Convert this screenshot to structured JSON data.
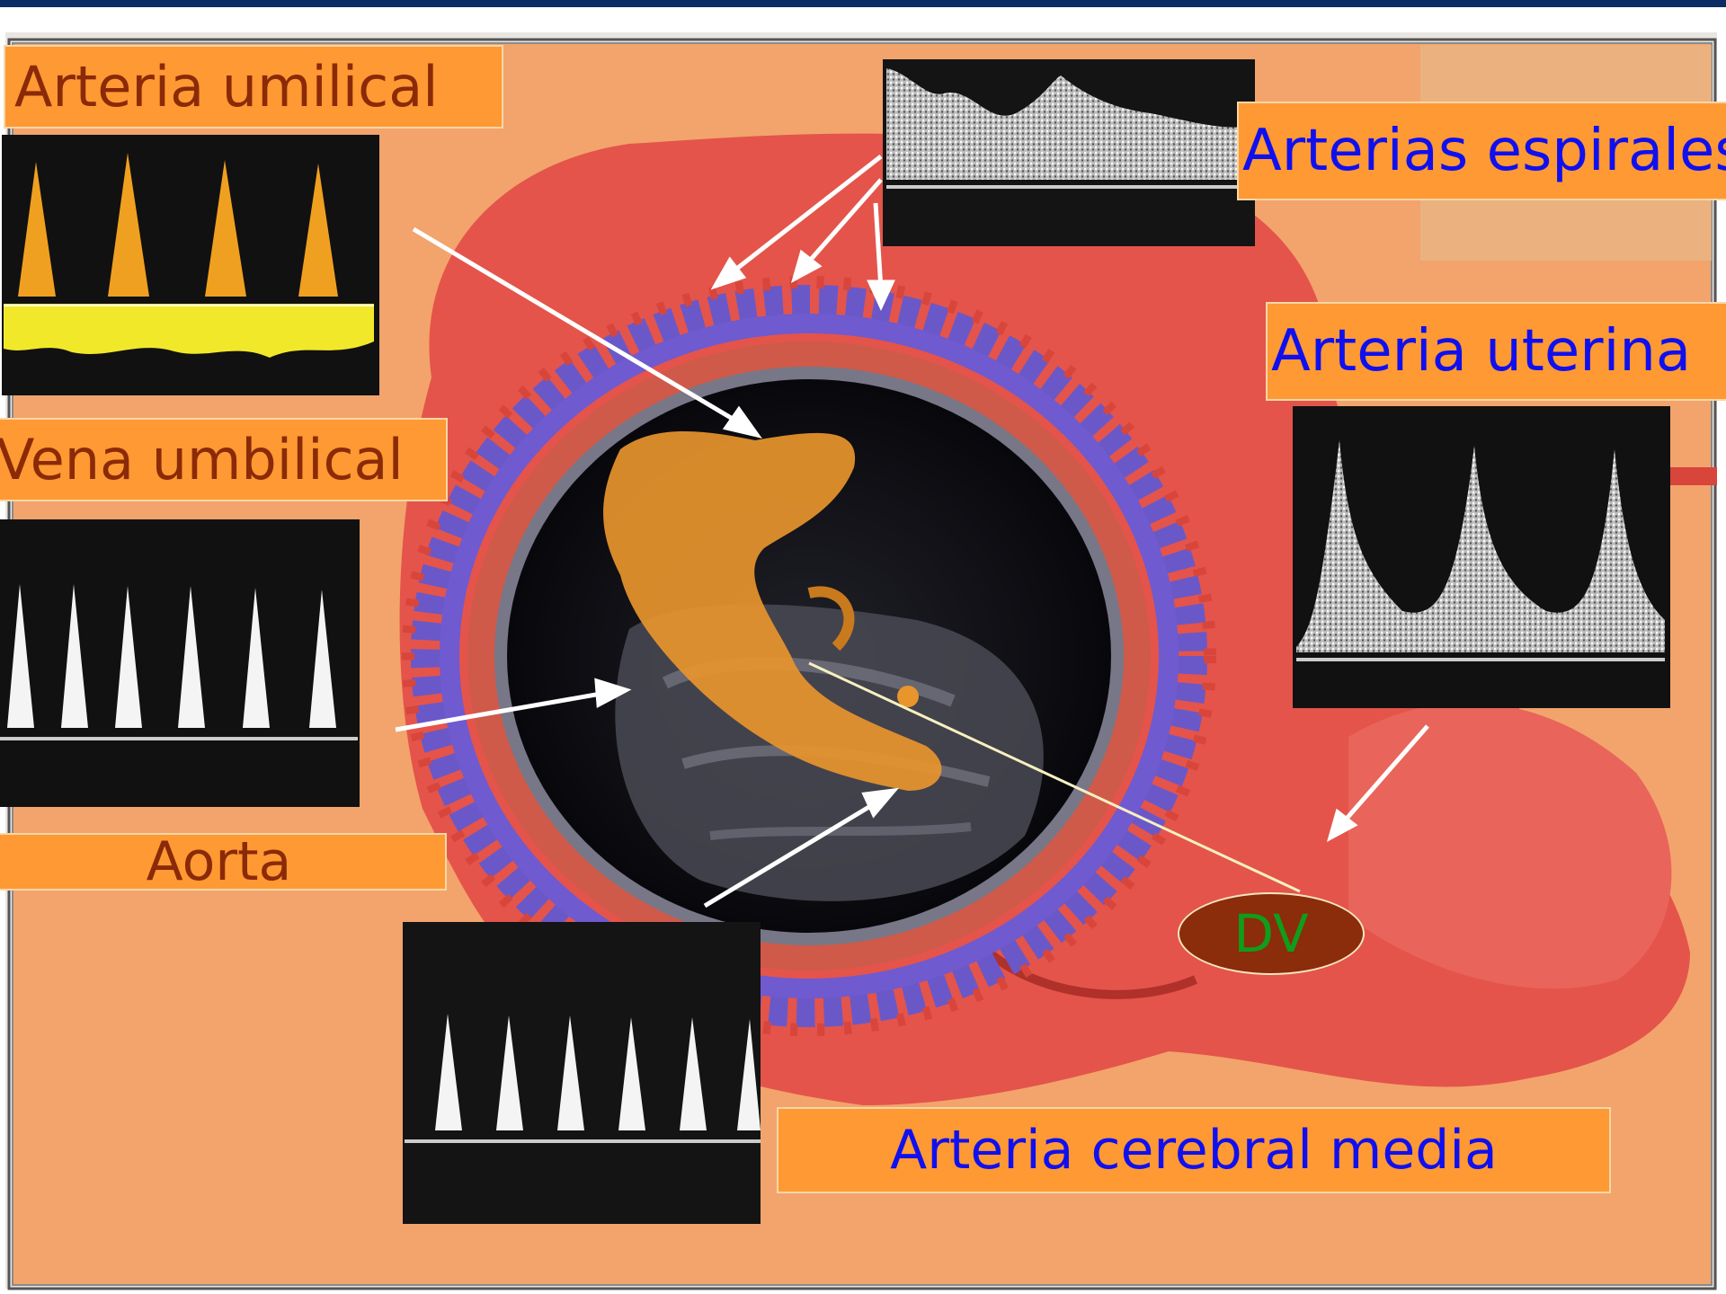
{
  "labels": {
    "umbilical_artery": "Arteria umilical",
    "umbilical_vein": "Vena umbilical",
    "aorta": "Aorta",
    "spiral_arteries": "Arterias espirales",
    "uterine_artery": "Arteria uterina",
    "middle_cerebral_artery": "Arteria cerebral media",
    "ductus_venosus": "DV"
  },
  "colors": {
    "label_background": "#ff9933",
    "label_text_brown": "#8a2a08",
    "label_text_blue": "#1010ee",
    "dv_fill": "#8b2c0a",
    "dv_text": "#0f9d1b",
    "header_bar": "#0b2d63"
  },
  "icons": [
    "uterus-illustration",
    "fetus-color-doppler",
    "doppler-waveform-panel",
    "pointer-arrow"
  ]
}
